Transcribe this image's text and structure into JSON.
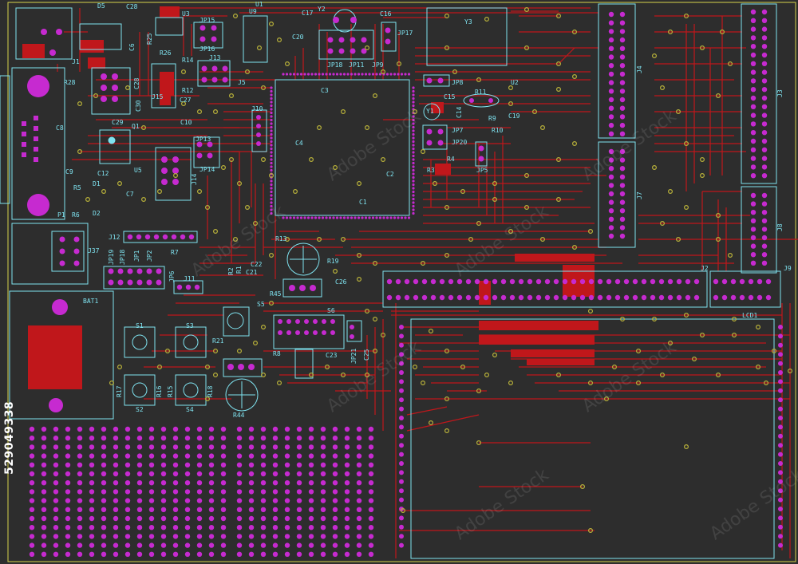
{
  "watermark": {
    "stock_id": "529049338",
    "stock_text": "Adobe Stock"
  },
  "colors": {
    "background": "#2d2d2d",
    "trace": "#c0171b",
    "silk": "#7fe3f0",
    "pad": "#c62ad0",
    "via": "#b9b23a",
    "board_edge": "#d8d24a"
  },
  "labels": {
    "D5": "D5",
    "C28a": "C28",
    "U3": "U3",
    "J1": "J1",
    "C6": "C6",
    "R25": "R25",
    "R26": "R26",
    "C28b": "C28",
    "JP15": "JP15",
    "JP16": "JP16",
    "U1": "U1",
    "U9": "U9",
    "C17": "C17",
    "Y2": "Y2",
    "C16": "C16",
    "C20": "C20",
    "JP18": "JP18",
    "JP11": "JP11",
    "JP9": "JP9",
    "JP17": "JP17",
    "Y3": "Y3",
    "R14": "R14",
    "R12": "R12",
    "J13": "J13",
    "J5": "J5",
    "C27": "C27",
    "R28": "R28",
    "C30": "C30",
    "J15": "J15",
    "C29": "C29",
    "Q1": "Q1",
    "C10": "C10",
    "C8": "C8",
    "J10": "J10",
    "C3": "C3",
    "JP8": "JP8",
    "U2": "U2",
    "R11": "R11",
    "C15": "C15",
    "Y1": "Y1",
    "C14": "C14",
    "C19": "C19",
    "R9": "R9",
    "R10": "R10",
    "JP7": "JP7",
    "JP20": "JP20",
    "C4": "C4",
    "JP13": "JP13",
    "JP14": "JP14",
    "J14": "J14",
    "U5": "U5",
    "C9": "C9",
    "C12": "C12",
    "C7": "C7",
    "R3": "R3",
    "R4": "R4",
    "JP5": "JP5",
    "C2": "C2",
    "C1": "C1",
    "R5": "R5",
    "D1": "D1",
    "P1": "P1",
    "R6": "R6",
    "D2": "D2",
    "J4": "J4",
    "J7": "J7",
    "J3": "J3",
    "J8": "J8",
    "J12": "J12",
    "J37": "J37",
    "R7": "R7",
    "JP19": "JP19",
    "JP18b": "JP18",
    "JP1": "JP1",
    "JP2": "JP2",
    "JP6": "JP6",
    "J11": "J11",
    "R13": "R13",
    "R19": "R19",
    "C22": "C22",
    "C21": "C21",
    "R2": "R2",
    "R1": "R1",
    "C26": "C26",
    "R45": "R45",
    "J2": "J2",
    "J9": "J9",
    "LCD1": "LCD1",
    "BAT1": "BAT1",
    "S5": "S5",
    "S6": "S6",
    "S1": "S1",
    "S3": "S3",
    "R21": "R21",
    "R8": "R8",
    "C23": "C23",
    "JP21": "JP21",
    "C25": "C25",
    "R17": "R17",
    "S2": "S2",
    "R16": "R16",
    "R15": "R15",
    "S4": "S4",
    "R18": "R18",
    "R44": "R44"
  }
}
